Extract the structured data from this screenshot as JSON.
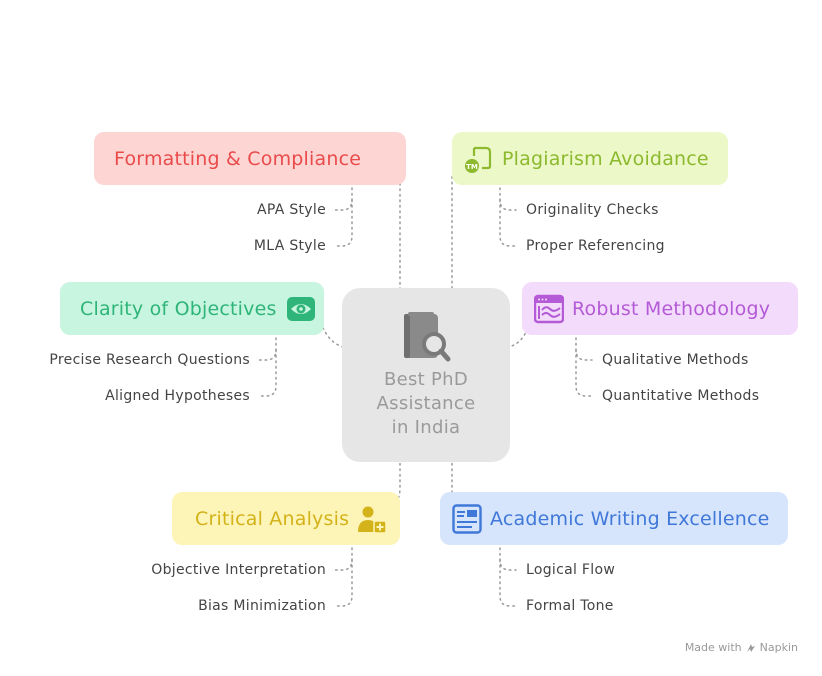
{
  "center": {
    "lines": [
      "Best PhD",
      "Assistance",
      "in India"
    ],
    "icon": "book-search-icon"
  },
  "branches": {
    "formatting": {
      "title": "Formatting & Compliance",
      "color": "#e94b4b",
      "bg": "#fdd5d3",
      "icon": null,
      "items": [
        "APA Style",
        "MLA Style"
      ]
    },
    "plagiarism": {
      "title": "Plagiarism Avoidance",
      "color": "#8cb92e",
      "bg": "#ecf8c8",
      "icon": "trademark-document-icon",
      "items": [
        "Originality Checks",
        "Proper Referencing"
      ]
    },
    "clarity": {
      "title": "Clarity of Objectives",
      "color": "#2fb57a",
      "bg": "#c8f5df",
      "icon": "eye-icon",
      "items": [
        "Precise Research Questions",
        "Aligned Hypotheses"
      ]
    },
    "methodology": {
      "title": "Robust Methodology",
      "color": "#b45ad6",
      "bg": "#f3dcfb",
      "icon": "chart-window-icon",
      "items": [
        "Qualitative Methods",
        "Quantitative Methods"
      ]
    },
    "critical": {
      "title": "Critical Analysis",
      "color": "#d4b21a",
      "bg": "#fdf5b7",
      "icon": "person-medical-icon",
      "items": [
        "Objective Interpretation",
        "Bias Minimization"
      ]
    },
    "writing": {
      "title": "Academic Writing Excellence",
      "color": "#3f78d8",
      "bg": "#d6e5fc",
      "icon": "document-layout-icon",
      "items": [
        "Logical Flow",
        "Formal Tone"
      ]
    }
  },
  "footer": {
    "made_with": "Made with",
    "brand": "Napkin"
  }
}
